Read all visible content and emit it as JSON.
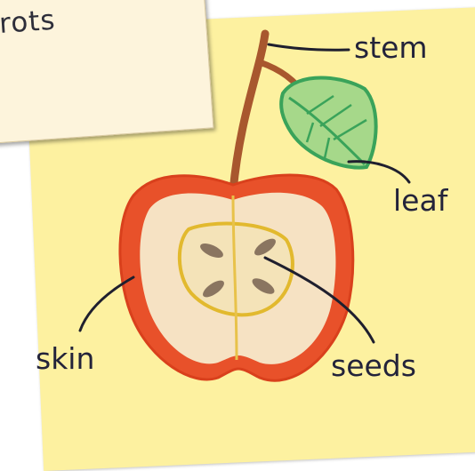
{
  "note": {
    "text": "arrots"
  },
  "labels": {
    "stem": "stem",
    "leaf": "leaf",
    "skin": "skin",
    "seeds": "seeds"
  },
  "colors": {
    "paper": "#fdf1a0",
    "note": "#fdf4dc",
    "apple_skin": "#e8512a",
    "apple_flesh": "#f7e3c4",
    "core": "#e2b92e",
    "seed": "#8a7560",
    "leaf": "#5fb86a",
    "stem": "#a0522d",
    "label_text": "#23233a"
  }
}
